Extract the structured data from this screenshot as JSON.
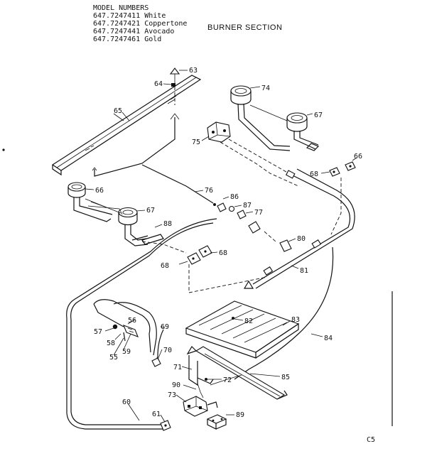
{
  "header": {
    "model_heading": "MODEL NUMBERS",
    "models": [
      "647.7247411 White",
      "647.7247421 Coppertone",
      "647.7247441 Avocado",
      "647.7247461 Gold"
    ],
    "section_title": "BURNER SECTION"
  },
  "callouts": [
    "63",
    "64",
    "65",
    "74",
    "67",
    "75",
    "66",
    "68",
    "66",
    "67",
    "76",
    "86",
    "87",
    "77",
    "88",
    "80",
    "68",
    "68",
    "81",
    "83",
    "82",
    "57",
    "56",
    "58",
    "55",
    "59",
    "69",
    "70",
    "84",
    "71",
    "72",
    "85",
    "90",
    "73",
    "60",
    "61",
    "89"
  ],
  "footer_code": "C5"
}
